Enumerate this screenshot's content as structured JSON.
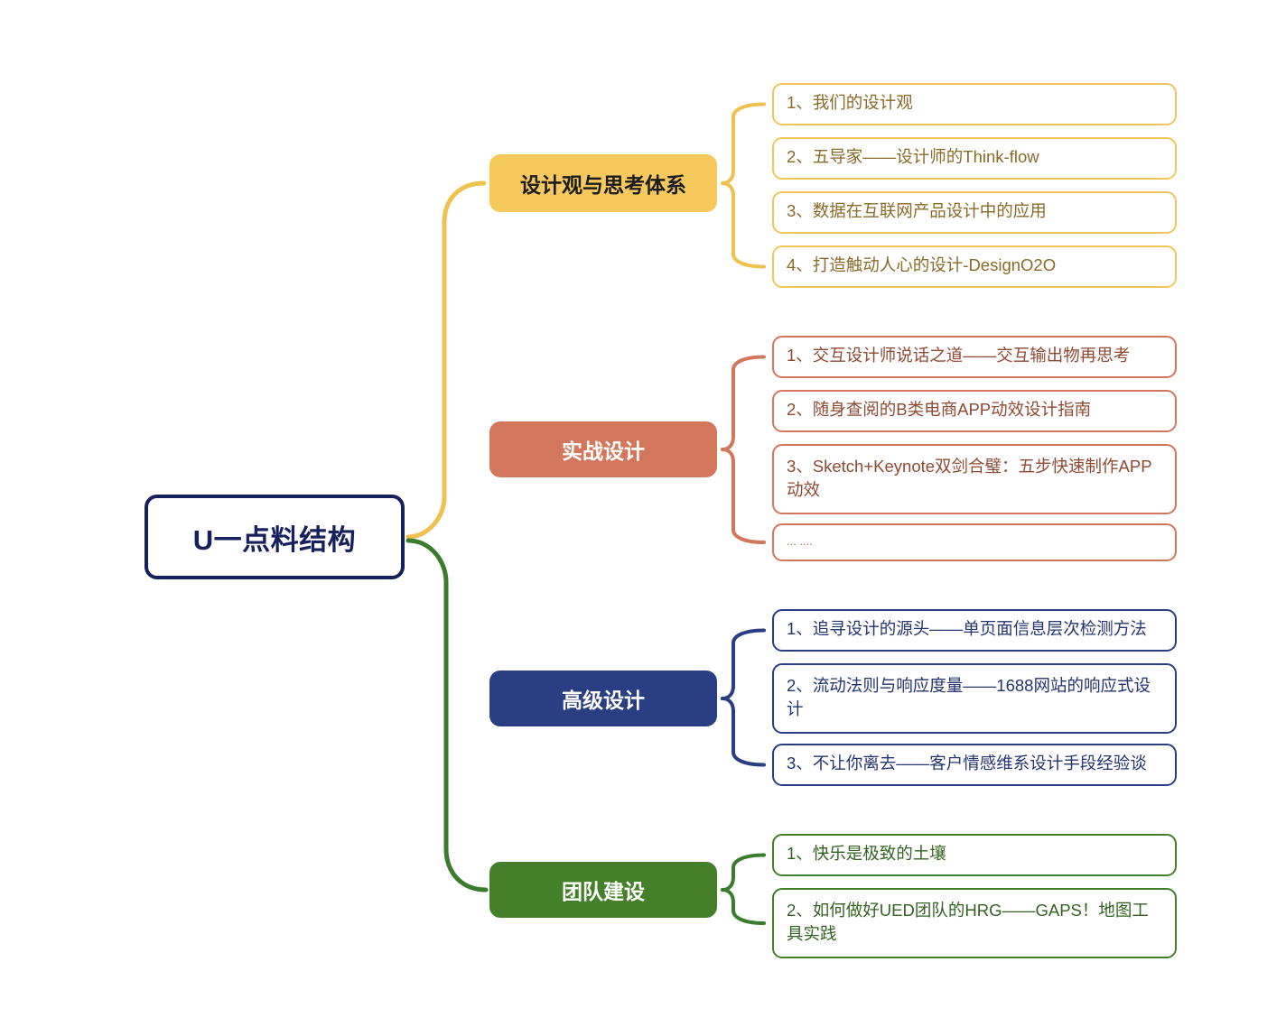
{
  "diagram": {
    "title": "U一点料结构",
    "type": "mindmap",
    "background_color": "#ffffff"
  },
  "root": {
    "label": "U一点料结构",
    "border_color": "#16205c",
    "text_color": "#16205c",
    "fill_color": "#ffffff"
  },
  "branches": [
    {
      "id": "branch-design-view",
      "label": "设计观与思考体系",
      "fill_color": "#F5C95B",
      "text_color": "#1c1c1c",
      "line_color": "#EFC24F",
      "leaf_border_color": "#F0C65A",
      "leaf_text_color": "#8a6a28",
      "items": [
        {
          "text": "1、我们的设计观"
        },
        {
          "text": "2、五导家——设计师的Think-flow"
        },
        {
          "text": "3、数据在互联网产品设计中的应用"
        },
        {
          "text": "4、打造触动人心的设计-DesignO2O"
        }
      ]
    },
    {
      "id": "branch-practical-design",
      "label": "实战设计",
      "fill_color": "#D3775C",
      "text_color": "#ffffff",
      "line_color": "#D3775C",
      "leaf_border_color": "#D3775C",
      "leaf_text_color": "#8f4a33",
      "items": [
        {
          "text": "1、交互设计师说话之道——交互输出物再思考"
        },
        {
          "text": "2、随身查阅的B类电商APP动效设计指南"
        },
        {
          "text": "3、Sketch+Keynote双剑合璧：五步快速制作APP动效"
        },
        {
          "text": "... ....",
          "style": "small"
        }
      ]
    },
    {
      "id": "branch-advanced-design",
      "label": "高级设计",
      "fill_color": "#2A3F83",
      "text_color": "#ffffff",
      "line_color": "#2A3F83",
      "leaf_border_color": "#2A3F83",
      "leaf_text_color": "#24356f",
      "items": [
        {
          "text": "1、追寻设计的源头——单页面信息层次检测方法"
        },
        {
          "text": "2、流动法则与响应度量——1688网站的响应式设计"
        },
        {
          "text": "3、不让你离去——客户情感维系设计手段经验谈"
        }
      ]
    },
    {
      "id": "branch-team-building",
      "label": "团队建设",
      "fill_color": "#44802A",
      "text_color": "#ffffff",
      "line_color": "#3A7C2C",
      "leaf_border_color": "#44802A",
      "leaf_text_color": "#336322",
      "items": [
        {
          "text": "1、快乐是极致的土壤"
        },
        {
          "text": "2、如何做好UED团队的HRG——GAPS！地图工具实践"
        }
      ]
    }
  ]
}
